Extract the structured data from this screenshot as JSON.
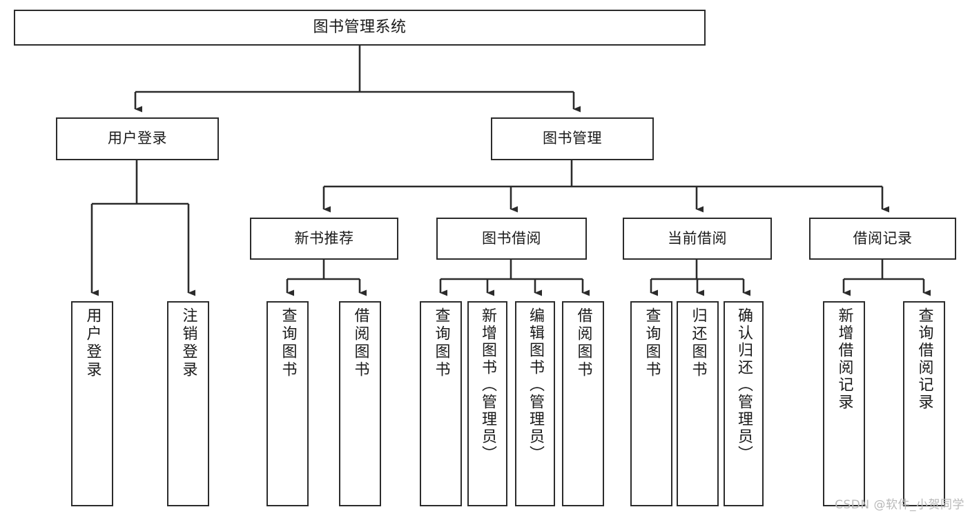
{
  "diagram": {
    "title": "图书管理系统",
    "type": "tree-hierarchy",
    "colors": {
      "box_border": "#2b2b2b",
      "box_fill": "#ffffff",
      "edge": "#2b2b2b",
      "text": "#1a1a1a",
      "watermark": "#b9b9b9"
    },
    "nodes": {
      "root": {
        "label": "图书管理系统"
      },
      "user_login": {
        "label": "用户登录"
      },
      "book_manage": {
        "label": "图书管理"
      },
      "new_book_rec": {
        "label": "新书推荐"
      },
      "book_borrow": {
        "label": "图书借阅"
      },
      "current_borrow": {
        "label": "当前借阅"
      },
      "borrow_record": {
        "label": "借阅记录"
      },
      "leaf_user_login": {
        "label": "用户登录"
      },
      "leaf_logout_login": {
        "label": "注销登录"
      },
      "leaf_query_book_1": {
        "label": "查询图书"
      },
      "leaf_borrow_book_1": {
        "label": "借阅图书"
      },
      "leaf_query_book_2": {
        "label": "查询图书"
      },
      "leaf_add_book_admin": {
        "label": "新增图书（管理员）"
      },
      "leaf_edit_book_admin": {
        "label": "编辑图书（管理员）"
      },
      "leaf_borrow_book_2": {
        "label": "借阅图书"
      },
      "leaf_query_book_3": {
        "label": "查询图书"
      },
      "leaf_return_book": {
        "label": "归还图书"
      },
      "leaf_confirm_return": {
        "label": "确认归还（管理员）"
      },
      "leaf_add_borrow_rec": {
        "label": "新增借阅记录"
      },
      "leaf_query_borrow_rec": {
        "label": "查询借阅记录"
      }
    },
    "edges": [
      {
        "from": "root",
        "to": "user_login"
      },
      {
        "from": "root",
        "to": "book_manage"
      },
      {
        "from": "user_login",
        "to": "leaf_user_login"
      },
      {
        "from": "user_login",
        "to": "leaf_logout_login"
      },
      {
        "from": "book_manage",
        "to": "new_book_rec"
      },
      {
        "from": "book_manage",
        "to": "book_borrow"
      },
      {
        "from": "book_manage",
        "to": "current_borrow"
      },
      {
        "from": "book_manage",
        "to": "borrow_record"
      },
      {
        "from": "new_book_rec",
        "to": "leaf_query_book_1"
      },
      {
        "from": "new_book_rec",
        "to": "leaf_borrow_book_1"
      },
      {
        "from": "book_borrow",
        "to": "leaf_query_book_2"
      },
      {
        "from": "book_borrow",
        "to": "leaf_add_book_admin"
      },
      {
        "from": "book_borrow",
        "to": "leaf_edit_book_admin"
      },
      {
        "from": "book_borrow",
        "to": "leaf_borrow_book_2"
      },
      {
        "from": "current_borrow",
        "to": "leaf_query_book_3"
      },
      {
        "from": "current_borrow",
        "to": "leaf_return_book"
      },
      {
        "from": "current_borrow",
        "to": "leaf_confirm_return"
      },
      {
        "from": "borrow_record",
        "to": "leaf_add_borrow_rec"
      },
      {
        "from": "borrow_record",
        "to": "leaf_query_borrow_rec"
      }
    ]
  },
  "watermark": {
    "text": "CSDN @软件_小贺同学"
  }
}
